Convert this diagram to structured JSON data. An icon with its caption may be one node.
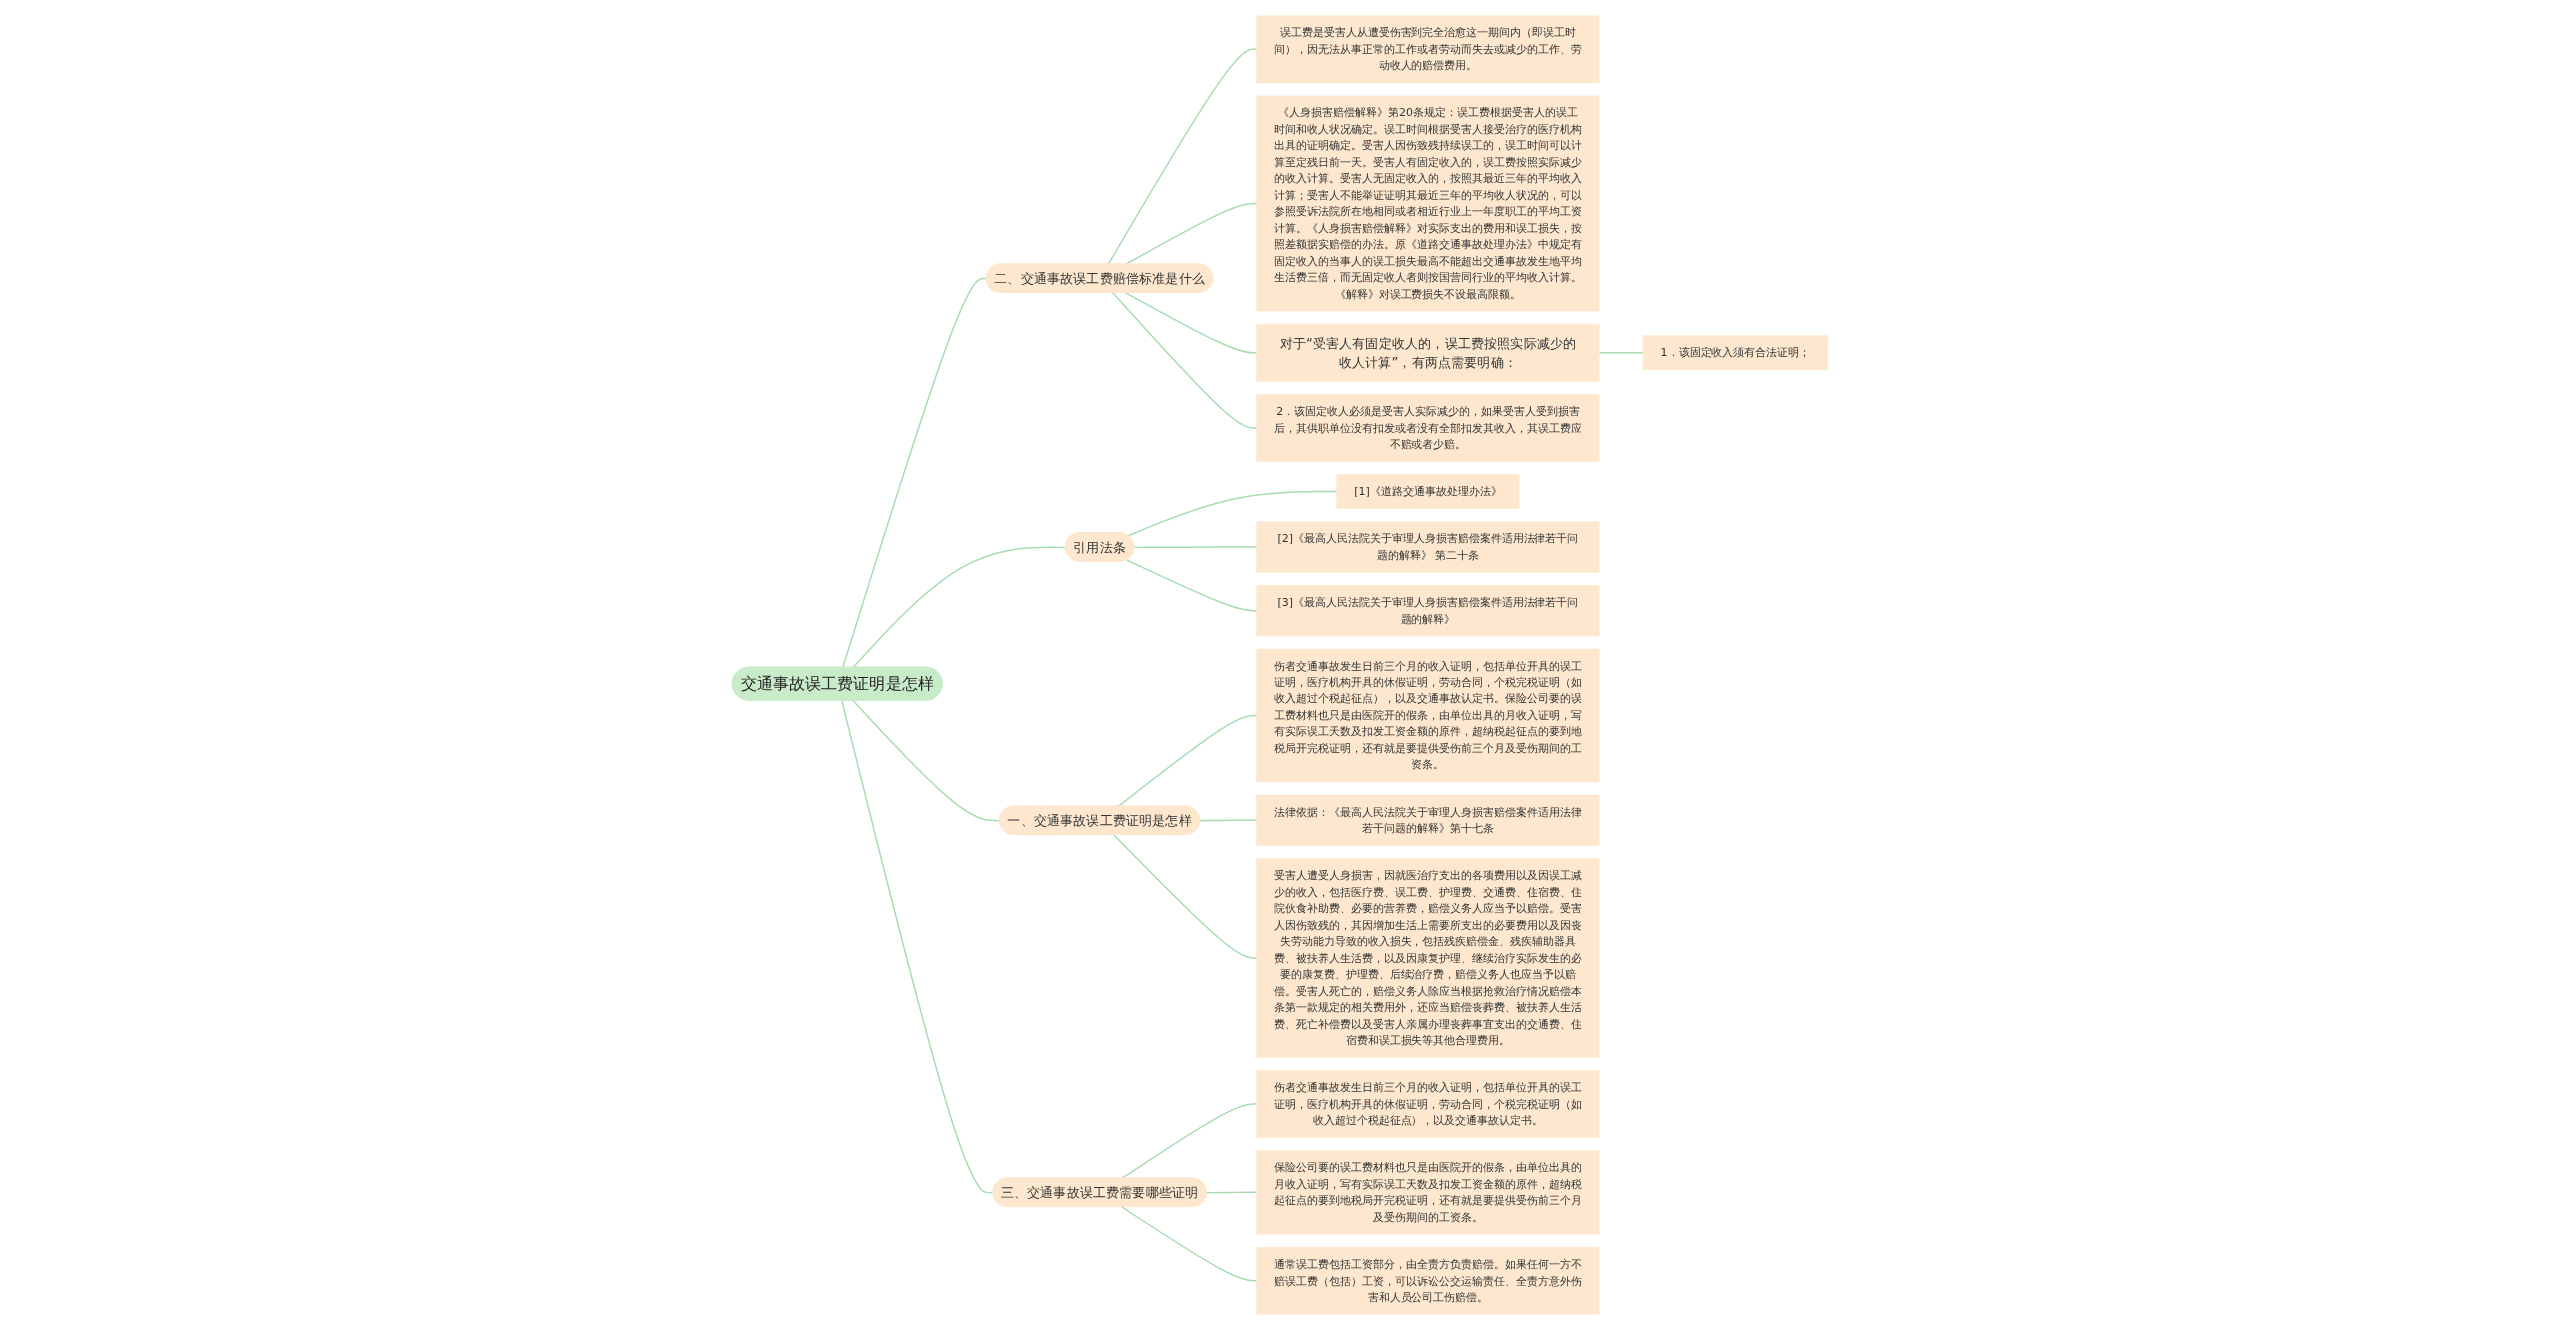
{
  "diagram": {
    "nodes": [
      {
        "text": [
          "交通事故误工费证明是怎样"
        ]
      },
      {
        "text": [
          "二、交通事故误工费赔偿标准是什么"
        ]
      },
      {
        "text": [
          "误工费是受害人从遭受伤害到完全治愈这一期间内（即误工时间），因无法从事正常的工作或者劳动而失去或减少的工作、劳动收人的赔偿费用。"
        ]
      },
      {
        "text": [
          "《人身损害赔偿解释》第20条规定：误工费根据受害人的误工时间和收人状况确定。误工时间根据受害人接受治疗的医疗机构出具的证明确定。受害人因伤致残持续误工的，误工时间可以计算至定残日前一天。受害人有固定收入的，误工费按照实际减少的收入计算。受害人无固定收入的，按照其最近三年的平均收入计算；受害人不能举证证明其最近三年的平均收人状况的，可以参照受诉法院所在地相同或者相近行业上一年度职工的平均工资计算。《人身损害赔偿解释》对实际支出的费用和误工损失，按照差额据实赔偿的办法。原《道路交通事故处理办法》中规定有固定收入的当事人的误工损失最高不能超出交通事故发生地平均生活费三倍，而无固定收人者则按国营同行业的平均收入计算。《解释》对误工费损失不设最高限额。"
        ]
      },
      {
        "text": [
          "对于“受害人有固定收人的，误工费按照实际减少的收人计算”，有两点需要明确："
        ]
      },
      {
        "text": [
          "1．该固定收入须有合法证明；"
        ]
      },
      {
        "text": [
          "2．该固定收人必须是受害人实际减少的，如果受害人受到损害后，其供职单位没有扣发或者没有全部扣发其收入，其误工费应不赔或者少赔。"
        ]
      },
      {
        "text": [
          "引用法条"
        ]
      },
      {
        "text": [
          "[1]《道路交通事故处理办法》"
        ]
      },
      {
        "text": [
          "[2]《最高人民法院关于审理人身损害赔偿案件适用法律若干问题的解释》 第二十条"
        ]
      },
      {
        "text": [
          "[3]《最高人民法院关于审理人身损害赔偿案件适用法律若干问题的解释》"
        ]
      },
      {
        "text": [
          "一、交通事故误工费证明是怎样"
        ]
      },
      {
        "text": [
          "伤者交通事故发生日前三个月的收入证明，包括单位开具的误工证明，医疗机构开具的休假证明，劳动合同，个税完税证明（如收入超过个税起征点），以及交通事故认定书。保险公司要的误工费材料也只是由医院开的假条，由单位出具的月收入证明，写有实际误工天数及扣发工资金额的原件，超纳税起征点的要到地税局开完税证明，还有就是要提供受伤前三个月及受伤期间的工资条。"
        ]
      },
      {
        "text": [
          "法律依据：《最高人民法院关于审理人身损害赔偿案件适用法律若干问题的解释》第十七条"
        ]
      },
      {
        "text": [
          "受害人遭受人身损害，因就医治疗支出的各项费用以及因误工减少的收入，包括医疗费、误工费、护理费、交通费、住宿费、住院伙食补助费、必要的营养费，赔偿义务人应当予以赔偿。受害人因伤致残的，其因增加生活上需要所支出的必要费用以及因丧失劳动能力导致的收入损失，包括残疾赔偿金、残疾辅助器具费、被扶养人生活费，以及因康复护理、继续治疗实际发生的必要的康复费、护理费、后续治疗费，赔偿义务人也应当予以赔偿。受害人死亡的，赔偿义务人除应当根据抢救治疗情况赔偿本条第一款规定的相关费用外，还应当赔偿丧葬费、被扶养人生活费、死亡补偿费以及受害人亲属办理丧葬事宜支出的交通费、住宿费和误工损失等其他合理费用。"
        ]
      },
      {
        "text": [
          "三、交通事故误工费需要哪些证明"
        ]
      },
      {
        "text": [
          "伤者交通事故发生日前三个月的收入证明，包括单位开具的误工证明，医疗机构开具的休假证明，劳动合同，个税完税证明（如收入超过个税起征点），以及交通事故认定书。"
        ]
      },
      {
        "text": [
          "保险公司要的误工费材料也只是由医院开的假条，由单位出具的月收入证明，写有实际误工天数及扣发工资金额的原件，超纳税起征点的要到地税局开完税证明，还有就是要提供受伤前三个月及受伤期间的工资条。"
        ]
      },
      {
        "text": [
          "通常误工费包括工资部分，由全责方负责赔偿。如果任何一方不赔误工费（包括）工资，可以诉讼公交运输责任、全责方意外伤害和人员公司工伤赔偿。"
        ]
      }
    ],
    "edges": [
      {
        "from": 0,
        "to": 1,
        "arrow": "none"
      },
      {
        "from": 1,
        "to": 2,
        "arrow": "none"
      },
      {
        "from": 1,
        "to": 3,
        "arrow": "none"
      },
      {
        "from": 1,
        "to": 4,
        "arrow": "none"
      },
      {
        "from": 4,
        "to": 5,
        "arrow": "none"
      },
      {
        "from": 1,
        "to": 6,
        "arrow": "none"
      },
      {
        "from": 0,
        "to": 7,
        "arrow": "none"
      },
      {
        "from": 7,
        "to": 8,
        "arrow": "none"
      },
      {
        "from": 7,
        "to": 9,
        "arrow": "none"
      },
      {
        "from": 7,
        "to": 10,
        "arrow": "none"
      },
      {
        "from": 0,
        "to": 11,
        "arrow": "none"
      },
      {
        "from": 11,
        "to": 12,
        "arrow": "none"
      },
      {
        "from": 11,
        "to": 13,
        "arrow": "none"
      },
      {
        "from": 11,
        "to": 14,
        "arrow": "none"
      },
      {
        "from": 0,
        "to": 15,
        "arrow": "none"
      },
      {
        "from": 15,
        "to": 16,
        "arrow": "none"
      },
      {
        "from": 15,
        "to": 17,
        "arrow": "none"
      },
      {
        "from": 15,
        "to": 18,
        "arrow": "none"
      }
    ]
  }
}
